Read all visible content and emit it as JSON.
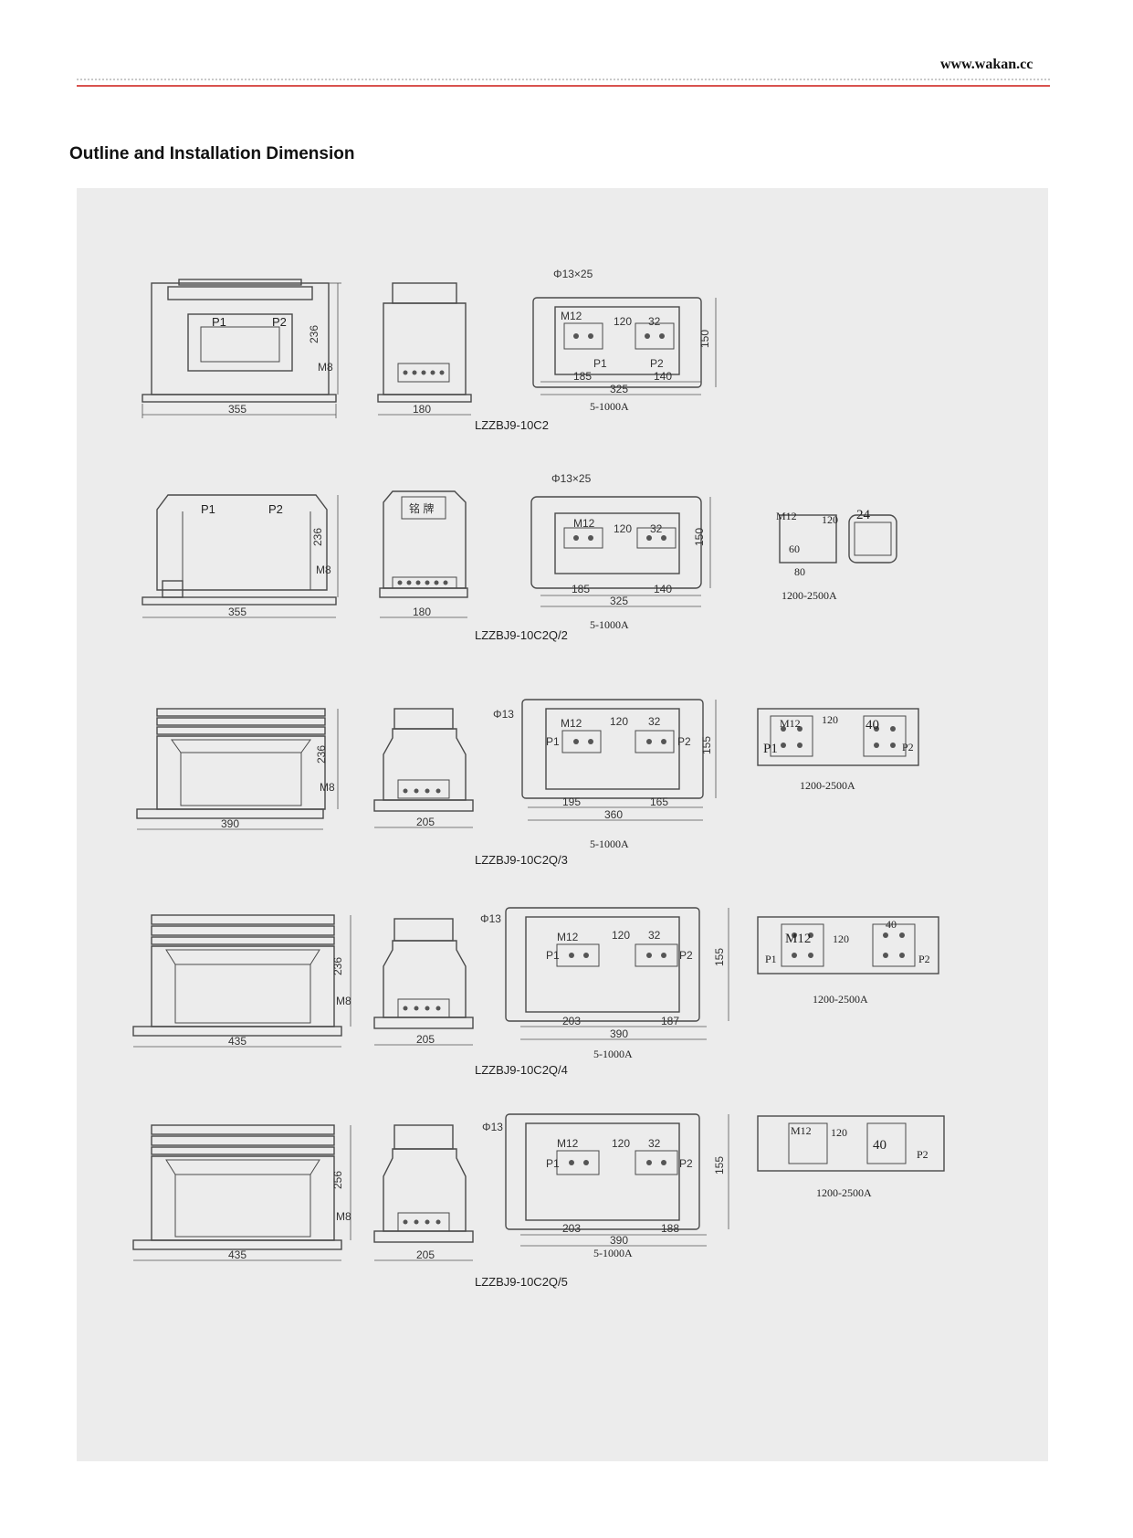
{
  "header": {
    "url": "www.wakan.cc",
    "section_title": "Outline and Installation Dimension"
  },
  "rows": [
    {
      "model": "LZZBJ9-10C2",
      "current_main": "5-1000A",
      "front_width": "355",
      "side_width": "180",
      "height": "236",
      "bolt": "M8",
      "hole": "Φ13×25",
      "terminal": "M12",
      "pitch": "120",
      "bar": "32",
      "left_span": "185",
      "right_span": "140",
      "total_span": "325",
      "depth": "150",
      "p1": "P1",
      "p2": "P2"
    },
    {
      "model": "LZZBJ9-10C2Q/2",
      "current_main": "5-1000A",
      "current_alt": "1200-2500A",
      "front_width": "355",
      "side_width": "180",
      "height": "236",
      "bolt": "M8",
      "hole": "Φ13×25",
      "terminal": "M12",
      "pitch": "120",
      "bar": "32",
      "left_span": "185",
      "right_span": "140",
      "total_span": "325",
      "depth": "150",
      "alt_bar": "24",
      "alt_w": "80",
      "alt_h": "60",
      "nameplate": "铭 牌",
      "p1": "P1",
      "p2": "P2"
    },
    {
      "model": "LZZBJ9-10C2Q/3",
      "current_main": "5-1000A",
      "current_alt": "1200-2500A",
      "front_width": "390",
      "side_width": "205",
      "height": "236",
      "bolt": "M8",
      "hole": "Φ13",
      "terminal": "M12",
      "pitch": "120",
      "bar": "32",
      "left_span": "195",
      "right_span": "165",
      "total_span": "360",
      "depth": "155",
      "alt_bar": "40",
      "p1": "P1",
      "p2": "P2"
    },
    {
      "model": "LZZBJ9-10C2Q/4",
      "current_main": "5-1000A",
      "current_alt": "1200-2500A",
      "front_width": "435",
      "side_width": "205",
      "height": "236",
      "bolt": "M8",
      "hole": "Φ13",
      "terminal": "M12",
      "pitch": "120",
      "bar": "32",
      "left_span": "203",
      "right_span": "187",
      "total_span": "390",
      "depth": "155",
      "alt_bar": "40",
      "p1": "P1",
      "p2": "P2"
    },
    {
      "model": "LZZBJ9-10C2Q/5",
      "current_main": "5-1000A",
      "current_alt": "1200-2500A",
      "front_width": "435",
      "side_width": "205",
      "height": "256",
      "bolt": "M8",
      "hole": "Φ13",
      "terminal": "M12",
      "pitch": "120",
      "bar": "32",
      "left_span": "203",
      "right_span": "188",
      "total_span": "390",
      "depth": "155",
      "alt_bar": "40",
      "p1": "P1",
      "p2": "P2"
    }
  ]
}
